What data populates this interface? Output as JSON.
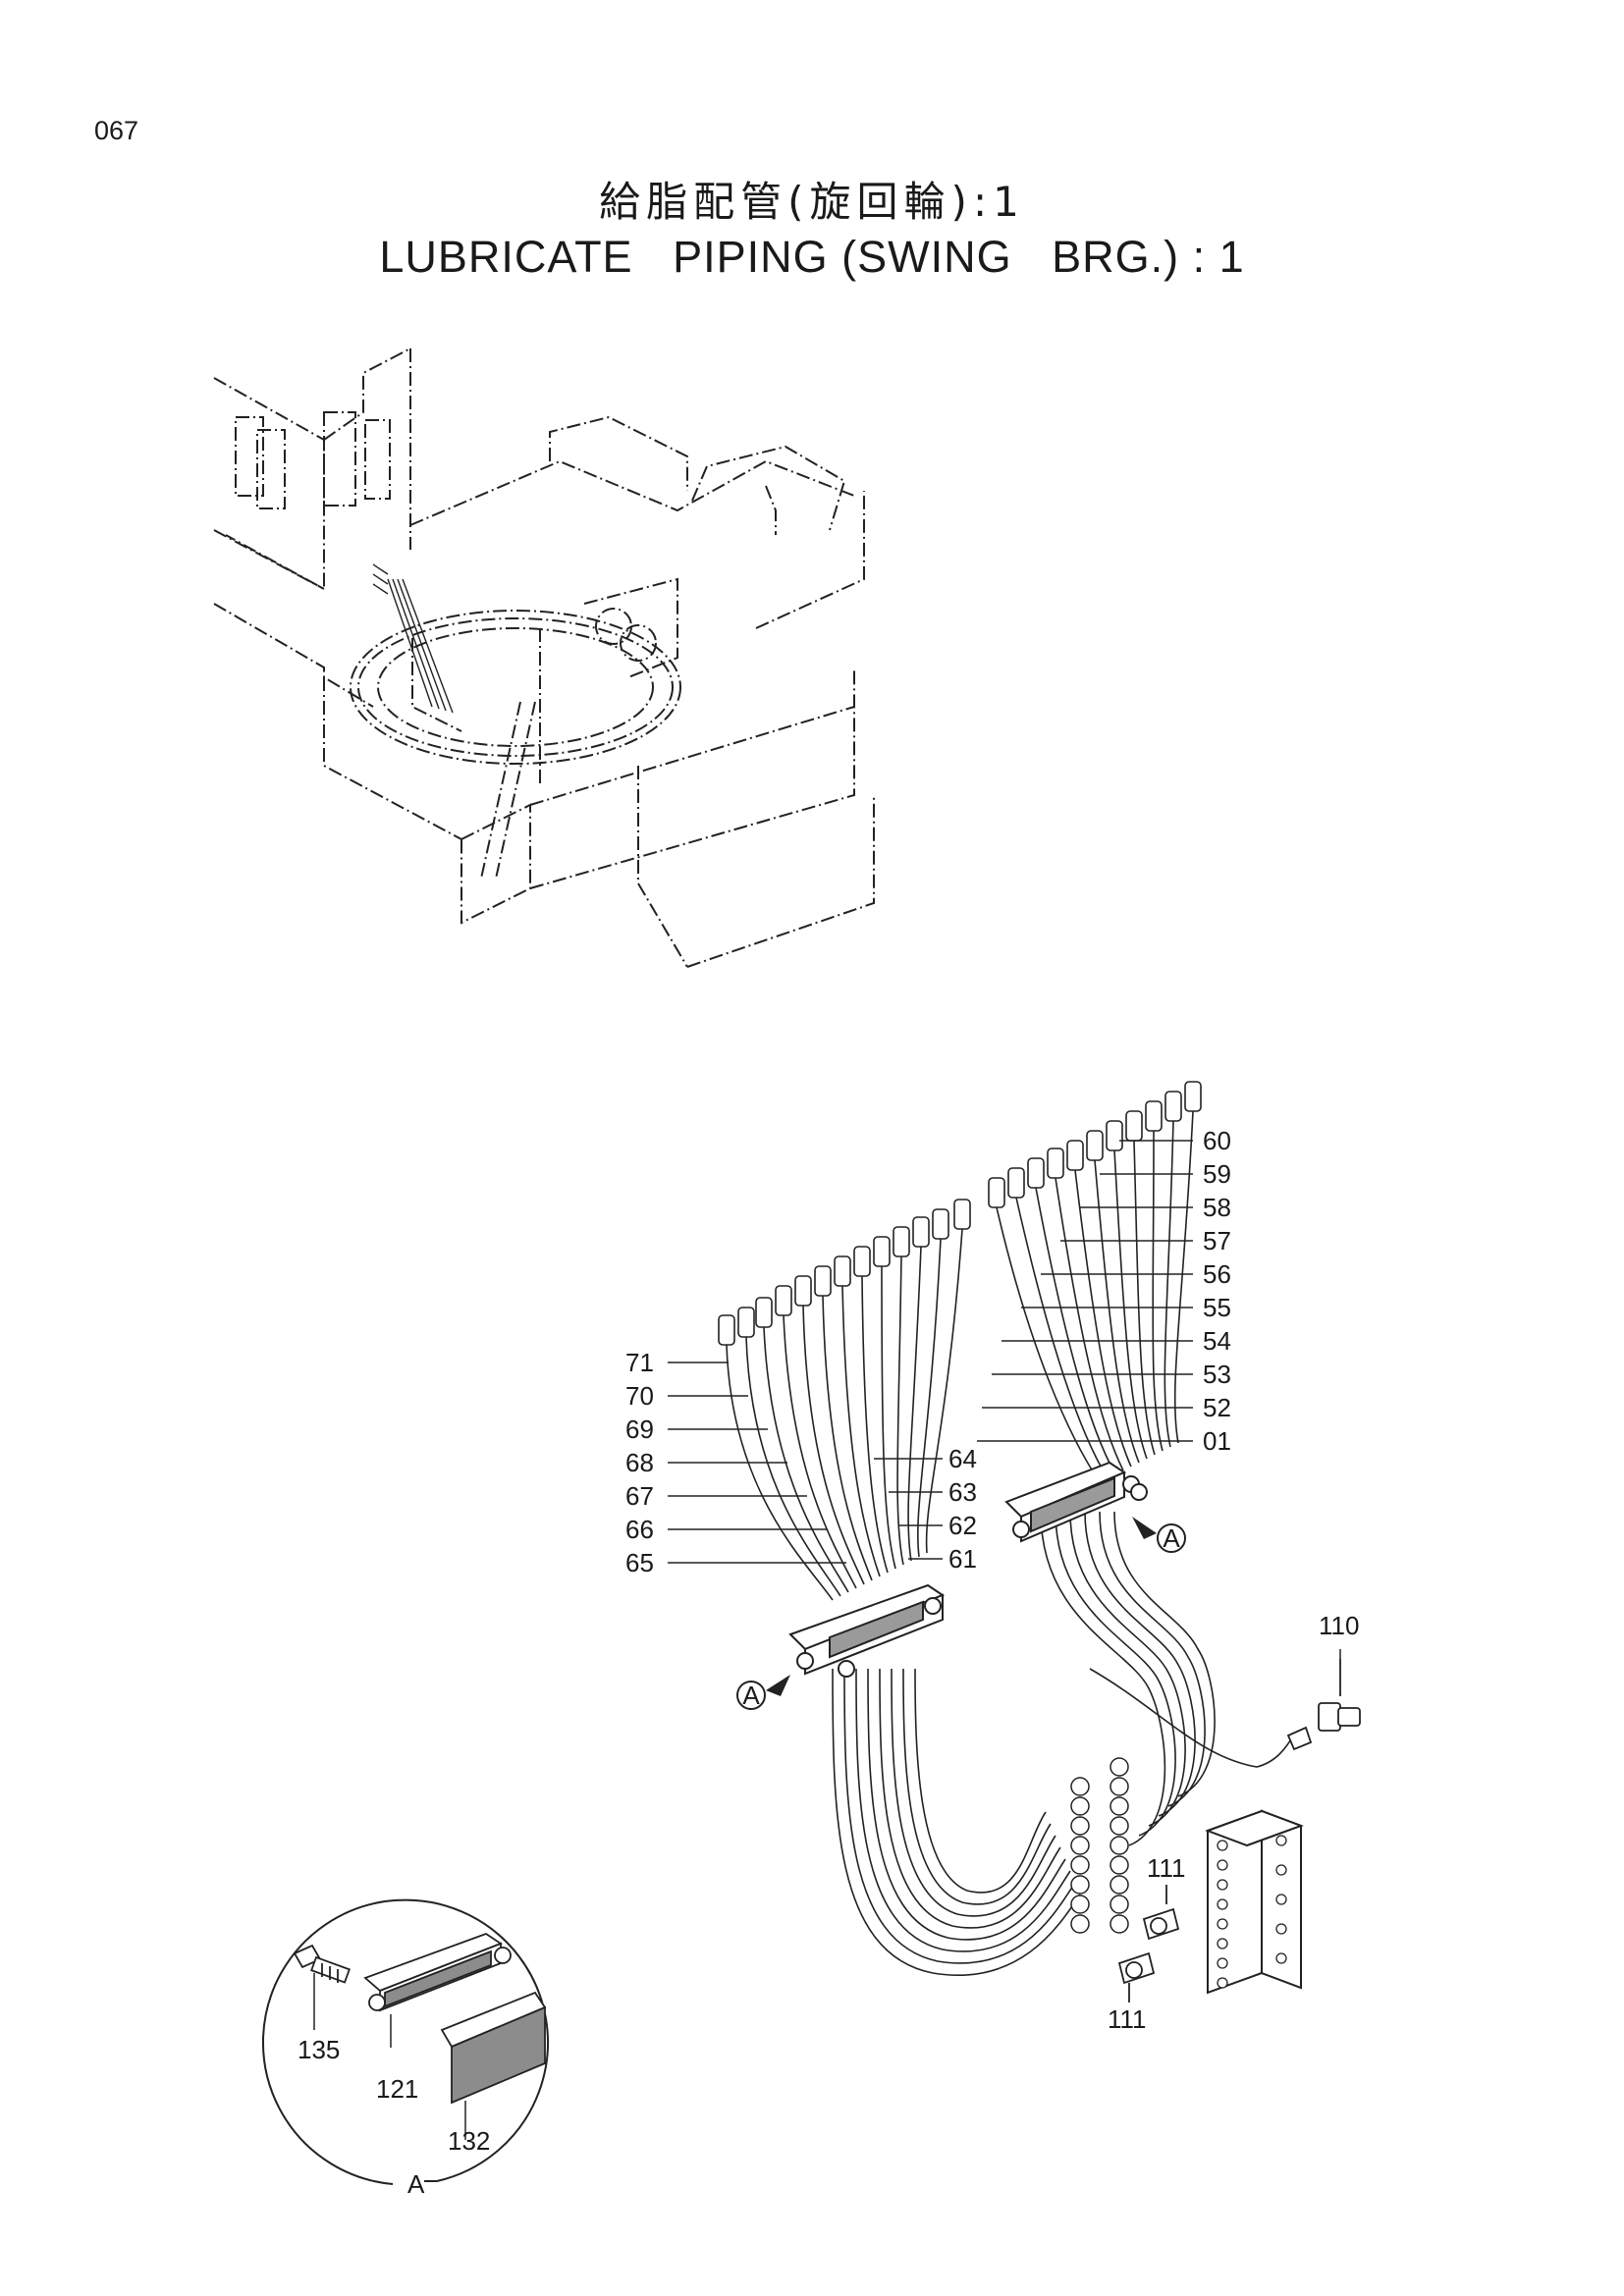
{
  "page_number": "067",
  "title": {
    "japanese": "給脂配管(旋回輪):1",
    "english": "LUBRICATE   PIPING (SWING   BRG.) : 1"
  },
  "callouts_right": [
    "60",
    "59",
    "58",
    "57",
    "56",
    "55",
    "54",
    "53",
    "52",
    "01"
  ],
  "callouts_left": [
    "71",
    "70",
    "69",
    "68",
    "67",
    "66",
    "65"
  ],
  "callouts_mid": [
    "64",
    "63",
    "62",
    "61"
  ],
  "fittings": {
    "elbow": "110",
    "adapter_upper": "111",
    "adapter_lower": "111"
  },
  "view_marker": "A",
  "detail_view": {
    "label": "A",
    "bolt": "135",
    "bracket": "121",
    "pad": "132"
  }
}
